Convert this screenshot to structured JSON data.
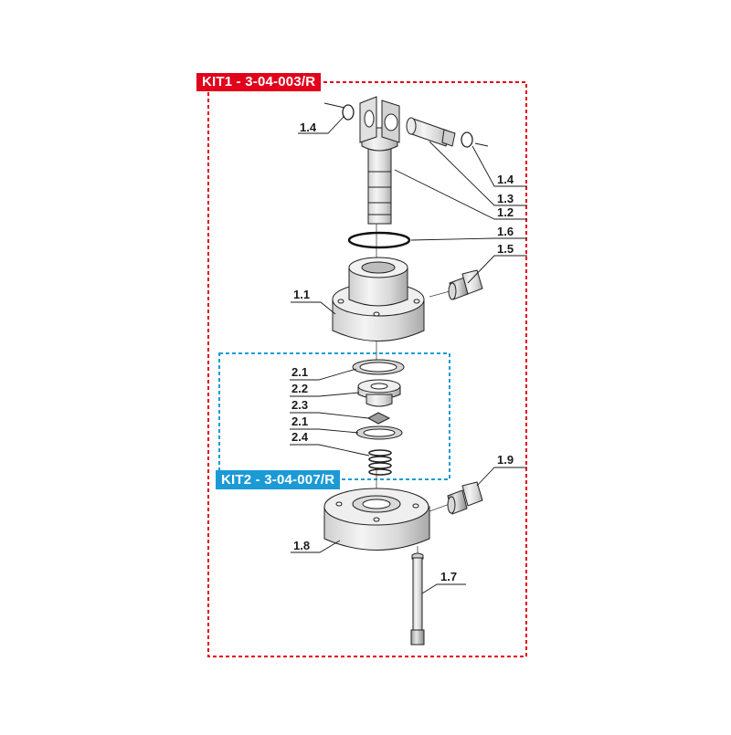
{
  "kits": {
    "kit1": {
      "title": "KIT1 - 3-04-003/R",
      "color": "#e2001a"
    },
    "kit2": {
      "title": "KIT2 - 3-04-007/R",
      "color": "#1c9ad6"
    }
  },
  "labels": {
    "l1_4a": "1.4",
    "l1_4b": "1.4",
    "l1_3": "1.3",
    "l1_2": "1.2",
    "l1_6": "1.6",
    "l1_5": "1.5",
    "l1_1": "1.1",
    "l2_1a": "2.1",
    "l2_2": "2.2",
    "l2_3": "2.3",
    "l2_1b": "2.1",
    "l2_4": "2.4",
    "l1_9": "1.9",
    "l1_8": "1.8",
    "l1_7": "1.7"
  }
}
